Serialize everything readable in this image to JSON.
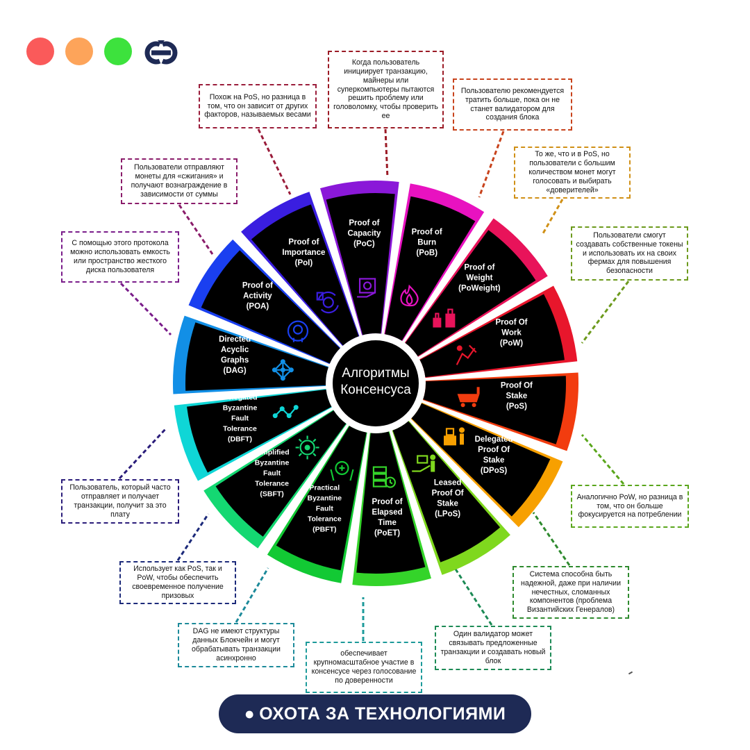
{
  "header": {
    "dot_colors": [
      "#fa5a5a",
      "#fda45a",
      "#3de23d"
    ],
    "logo_color": "#1e2a55"
  },
  "center": {
    "line1": "Алгоритмы",
    "line2": "Консенсуса"
  },
  "sectors": [
    {
      "id": "pow",
      "lines": [
        "Proof Of",
        "Work",
        "(PoW)"
      ],
      "color": "#e8162c",
      "icon": "miner-icon"
    },
    {
      "id": "pos",
      "lines": [
        "Proof Of",
        "Stake",
        "(PoS)"
      ],
      "color": "#f23c0f",
      "icon": "mine-cart-icon"
    },
    {
      "id": "dpos",
      "lines": [
        "Delegated",
        "Proof Of",
        "Stake",
        "(DPoS)"
      ],
      "color": "#f7a000",
      "icon": "voting-icon"
    },
    {
      "id": "lpos",
      "lines": [
        "Leased",
        "Proof Of",
        "Stake",
        "(LPoS)"
      ],
      "color": "#7fd81e",
      "icon": "lease-hand-icon"
    },
    {
      "id": "poet",
      "lines": [
        "Proof of",
        "Elapsed",
        "Time",
        "(PoET)"
      ],
      "color": "#34d42a",
      "icon": "server-clock-icon"
    },
    {
      "id": "pbft",
      "lines": [
        "Practical",
        "Byzantine",
        "Fault",
        "Tolerance",
        "(PBFT)"
      ],
      "color": "#12c934",
      "icon": "shield-hands-icon"
    },
    {
      "id": "sbft",
      "lines": [
        "Simplified",
        "Byzantine",
        "Fault",
        "Tolerance",
        "(SBFT)"
      ],
      "color": "#14d872",
      "icon": "chip-icon"
    },
    {
      "id": "dbft",
      "lines": [
        "Delegated",
        "Byzantine",
        "Fault",
        "Tolerance",
        "(DBFT)"
      ],
      "color": "#0fd6d6",
      "icon": "network-line-icon"
    },
    {
      "id": "dag",
      "lines": [
        "Directed",
        "Acyclic",
        "Graphs",
        "(DAG)"
      ],
      "color": "#128fe6",
      "icon": "graph-nodes-icon"
    },
    {
      "id": "poa",
      "lines": [
        "Proof of",
        "Activity",
        "(POA)"
      ],
      "color": "#1a3ff0",
      "icon": "brain-gear-icon"
    },
    {
      "id": "poi",
      "lines": [
        "Proof of",
        "Importance",
        "(PoI)"
      ],
      "color": "#3a1ee0",
      "icon": "coin-cycle-icon"
    },
    {
      "id": "poc",
      "lines": [
        "Proof of",
        "Capacity",
        "(PoC)"
      ],
      "color": "#8a18d8",
      "icon": "hard-disk-icon"
    },
    {
      "id": "pob",
      "lines": [
        "Proof of",
        "Burn",
        "(PoB)"
      ],
      "color": "#e812c0",
      "icon": "fire-icon"
    },
    {
      "id": "poweight",
      "lines": [
        "Proof of",
        "Weight",
        "(PoWeight)"
      ],
      "color": "#e8135a",
      "icon": "weights-icon"
    }
  ],
  "callouts": [
    {
      "id": "pow",
      "text": "Когда пользователь инициирует транзакцию, майнеры или суперкомпьютеры пытаются решить проблему или головоломку, чтобы проверить ее",
      "color": "#9b1a25"
    },
    {
      "id": "pos",
      "text": "Пользователю рекомендуется тратить больше, пока он не станет валидатором для создания блока",
      "color": "#c8431c"
    },
    {
      "id": "dpos",
      "text": "То же, что и в PoS, но пользователи с большим количеством монет могут голосовать и выбирать «доверителей»",
      "color": "#d09016"
    },
    {
      "id": "lpos",
      "text": "Пользователи смогут создавать собственные токены и использовать их на своих фермах для повышения безопасности",
      "color": "#6c9a1c"
    },
    {
      "id": "poet",
      "text": "Аналогично PoW, но разница в том, что он больше фокусируется на потреблении",
      "color": "#5aa61c"
    },
    {
      "id": "pbft",
      "text": "Система способна быть надежной, даже при наличии нечестных, сломанных компонентов  (проблема Византийских Генералов)",
      "color": "#2e8a2e"
    },
    {
      "id": "sbft",
      "text": "Один валидатор может связывать предложенные транзакции и создавать новый блок",
      "color": "#1c8a55"
    },
    {
      "id": "dbft",
      "text": "обеспечивает крупномасштабное участие в консенсусе через голосование по доверенности",
      "color": "#1c9a9a"
    },
    {
      "id": "dag",
      "text": "DAG не имеют структуры данных Блокчейн и могут обрабатывать транзакции асинхронно",
      "color": "#1c8a9a"
    },
    {
      "id": "poa",
      "text": "Использует как PoS, так и PoW, чтобы обеспечить своевременное получение призовых",
      "color": "#1c2a7a"
    },
    {
      "id": "poi",
      "text": "Пользователь, который часто отправляет и получает транзакции, получит за это плату",
      "color": "#2a1c7a"
    },
    {
      "id": "poc",
      "text": "С помощью этого протокола можно использовать емкость или пространство жесткого диска пользователя",
      "color": "#7a1c8a"
    },
    {
      "id": "pob",
      "text": "Пользователи отправляют монеты для «сжигания» и получают вознаграждение в зависимости от суммы",
      "color": "#8a1c6a"
    },
    {
      "id": "poweight",
      "text": "Похож на PoS, но разница в том, что он зависит от других факторов, называемых весами",
      "color": "#9a1c3a"
    }
  ],
  "banner": {
    "text": "ОХОТА ЗА ТЕХНОЛОГИЯМИ"
  }
}
